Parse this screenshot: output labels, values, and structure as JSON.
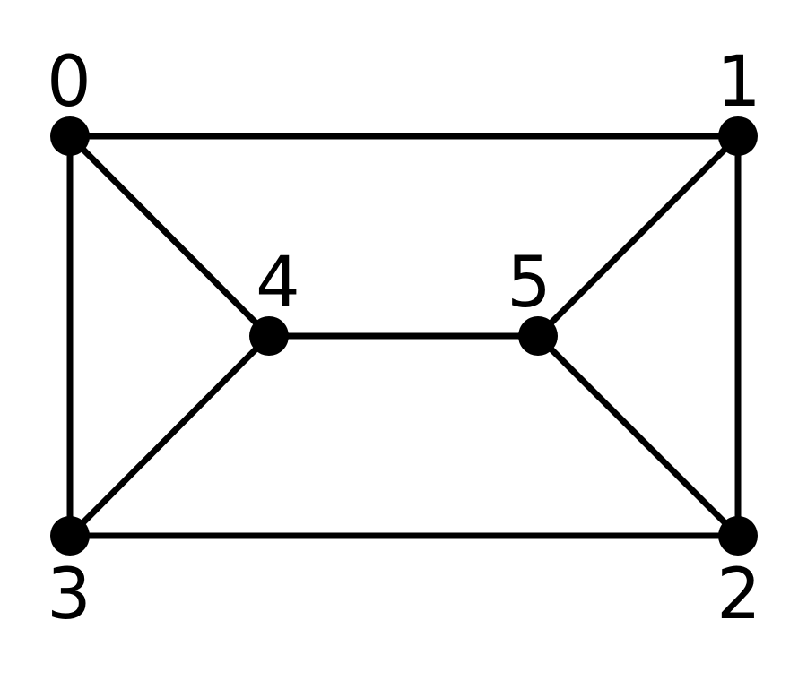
{
  "graph": {
    "nodes": [
      {
        "id": "0",
        "label": "0"
      },
      {
        "id": "1",
        "label": "1"
      },
      {
        "id": "2",
        "label": "2"
      },
      {
        "id": "3",
        "label": "3"
      },
      {
        "id": "4",
        "label": "4"
      },
      {
        "id": "5",
        "label": "5"
      }
    ],
    "edges": [
      [
        "0",
        "1"
      ],
      [
        "0",
        "3"
      ],
      [
        "0",
        "4"
      ],
      [
        "1",
        "2"
      ],
      [
        "1",
        "5"
      ],
      [
        "2",
        "3"
      ],
      [
        "2",
        "5"
      ],
      [
        "3",
        "4"
      ],
      [
        "4",
        "5"
      ]
    ],
    "colors": {
      "line": "#000000",
      "node": "#000000",
      "background": "#ffffff"
    }
  }
}
